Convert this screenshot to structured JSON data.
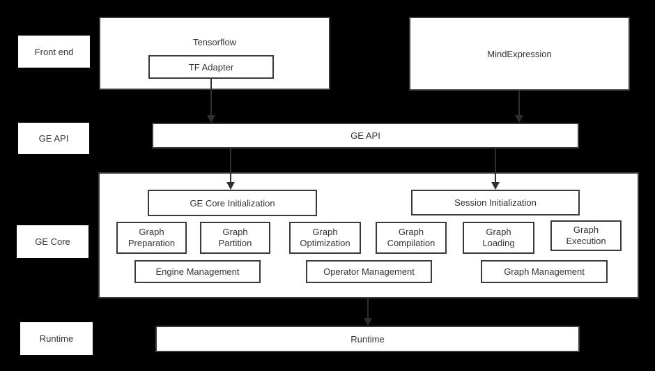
{
  "colors": {
    "background": "#000000",
    "box_fill": "#ffffff",
    "box_border": "#3a3a3a",
    "text": "#333333",
    "arrow": "#2f2f2f"
  },
  "side_labels": [
    {
      "label": "Front end"
    },
    {
      "label": "GE API"
    },
    {
      "label": "GE Core"
    },
    {
      "label": "Runtime"
    }
  ],
  "front_end": {
    "tensorflow": {
      "title": "Tensorflow",
      "adapter": "TF Adapter"
    },
    "mind_expression": {
      "title": "MindExpression"
    }
  },
  "ge_api_bar": {
    "label": "GE API"
  },
  "ge_core": {
    "init_row": [
      {
        "label": "GE Core Initialization"
      },
      {
        "label": "Session Initialization"
      }
    ],
    "stage_row": [
      {
        "label": "Graph\nPreparation"
      },
      {
        "label": "Graph\nPartition"
      },
      {
        "label": "Graph\nOptimization"
      },
      {
        "label": "Graph\nCompilation"
      },
      {
        "label": "Graph\nLoading"
      },
      {
        "label": "Graph\nExecution"
      }
    ],
    "mgmt_row": [
      {
        "label": "Engine Management"
      },
      {
        "label": "Operator Management"
      },
      {
        "label": "Graph Management"
      }
    ]
  },
  "runtime_bar": {
    "label": "Runtime"
  }
}
